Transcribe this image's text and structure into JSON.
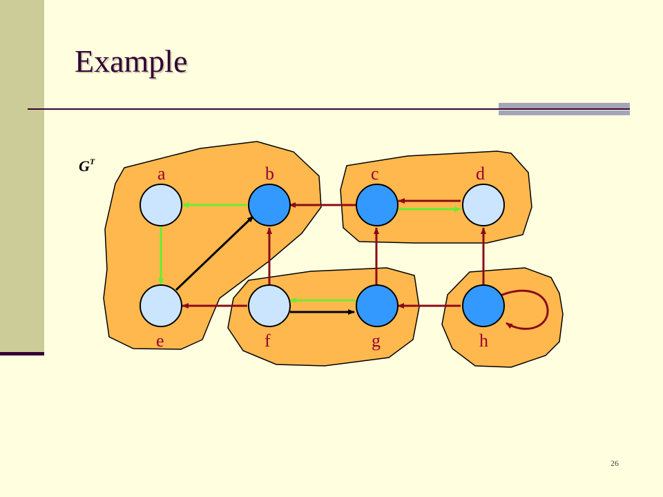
{
  "slide": {
    "title": "Example",
    "page_number": "26"
  },
  "graph": {
    "label": "G",
    "label_superscript": "T",
    "nodes": [
      {
        "id": "a",
        "label": "a",
        "fill": "#CCE5FF"
      },
      {
        "id": "b",
        "label": "b",
        "fill": "#3399FF"
      },
      {
        "id": "c",
        "label": "c",
        "fill": "#3399FF"
      },
      {
        "id": "d",
        "label": "d",
        "fill": "#CCE5FF"
      },
      {
        "id": "e",
        "label": "e",
        "fill": "#CCE5FF"
      },
      {
        "id": "f",
        "label": "f",
        "fill": "#CCE5FF"
      },
      {
        "id": "g",
        "label": "g",
        "fill": "#3399FF"
      },
      {
        "id": "h",
        "label": "h",
        "fill": "#3399FF"
      }
    ],
    "components": [
      [
        "a",
        "b",
        "e"
      ],
      [
        "c",
        "d"
      ],
      [
        "f",
        "g"
      ],
      [
        "h"
      ]
    ],
    "edges": [
      {
        "from": "b",
        "to": "a",
        "kind": "tree"
      },
      {
        "from": "a",
        "to": "e",
        "kind": "tree"
      },
      {
        "from": "e",
        "to": "b",
        "kind": "other"
      },
      {
        "from": "c",
        "to": "b",
        "kind": "other"
      },
      {
        "from": "d",
        "to": "c",
        "kind": "other"
      },
      {
        "from": "c",
        "to": "d",
        "kind": "tree"
      },
      {
        "from": "f",
        "to": "b",
        "kind": "other"
      },
      {
        "from": "f",
        "to": "e",
        "kind": "other"
      },
      {
        "from": "f",
        "to": "g",
        "kind": "other"
      },
      {
        "from": "g",
        "to": "f",
        "kind": "tree"
      },
      {
        "from": "g",
        "to": "c",
        "kind": "other"
      },
      {
        "from": "h",
        "to": "g",
        "kind": "other"
      },
      {
        "from": "h",
        "to": "d",
        "kind": "other"
      },
      {
        "from": "h",
        "to": "h",
        "kind": "other"
      }
    ],
    "colors": {
      "region": "#FFB84D",
      "tree_edge": "#66EE33",
      "other_edge": "#8B0A1A",
      "light_node": "#CCE5FF",
      "dark_node": "#3399FF"
    }
  }
}
